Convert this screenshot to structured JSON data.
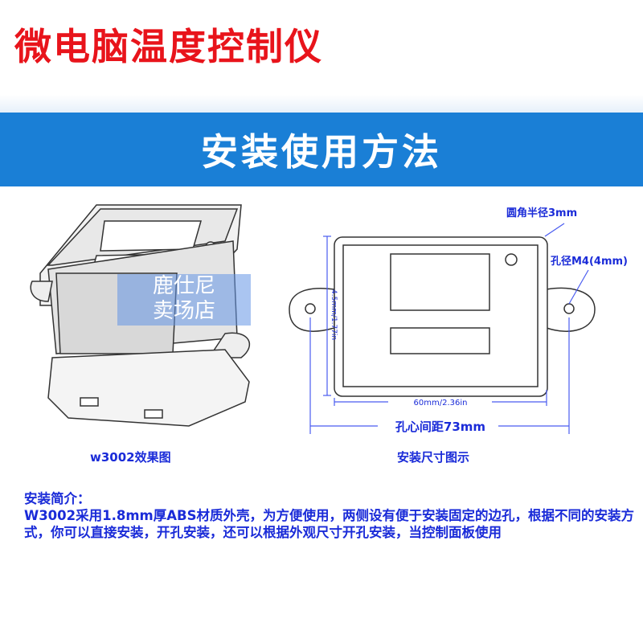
{
  "title": "微电脑温度控制仪",
  "banner": "安装使用方法",
  "left_caption": "w3002效果图",
  "right_caption": "安装尺寸图示",
  "watermark": [
    "鹿仕尼",
    "卖场店"
  ],
  "dimensions": {
    "corner_radius": "圆角半径3mm",
    "hole_diameter": "孔径M4(4mm)",
    "height": "4.5mm/1.77in",
    "width": "60mm/2.36in",
    "hole_spacing": "孔心间距73mm"
  },
  "description": {
    "heading": "安装简介：",
    "body": "W3002采用1.8mm厚ABS材质外壳，为方便使用，两侧设有便于安装固定的边孔，根据不同的安装方式，你可以直接安装，开孔安装，还可以根据外观尺寸开孔安装，当控制面板使用"
  },
  "colors": {
    "title": "#e8141b",
    "banner": "#1a7fd6",
    "annotation": "#1a2bd8"
  }
}
